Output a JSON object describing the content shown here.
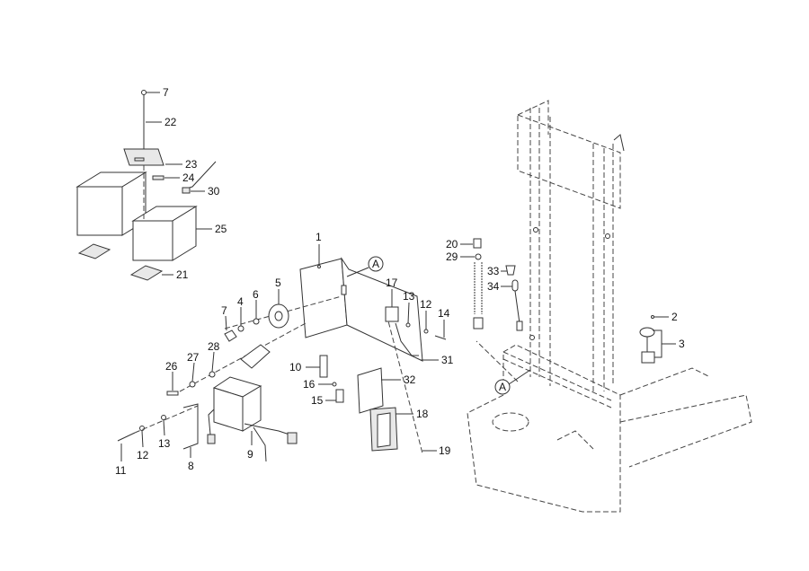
{
  "diagram": {
    "type": "exploded-parts-diagram",
    "callouts": [
      "7",
      "22",
      "23",
      "24",
      "30",
      "25",
      "21",
      "1",
      "A",
      "5",
      "6",
      "4",
      "7",
      "28",
      "27",
      "26",
      "17",
      "13",
      "12",
      "14",
      "31",
      "10",
      "16",
      "15",
      "32",
      "18",
      "19",
      "11",
      "12",
      "13",
      "8",
      "9",
      "20",
      "29",
      "33",
      "34",
      "2",
      "3",
      "A"
    ]
  }
}
